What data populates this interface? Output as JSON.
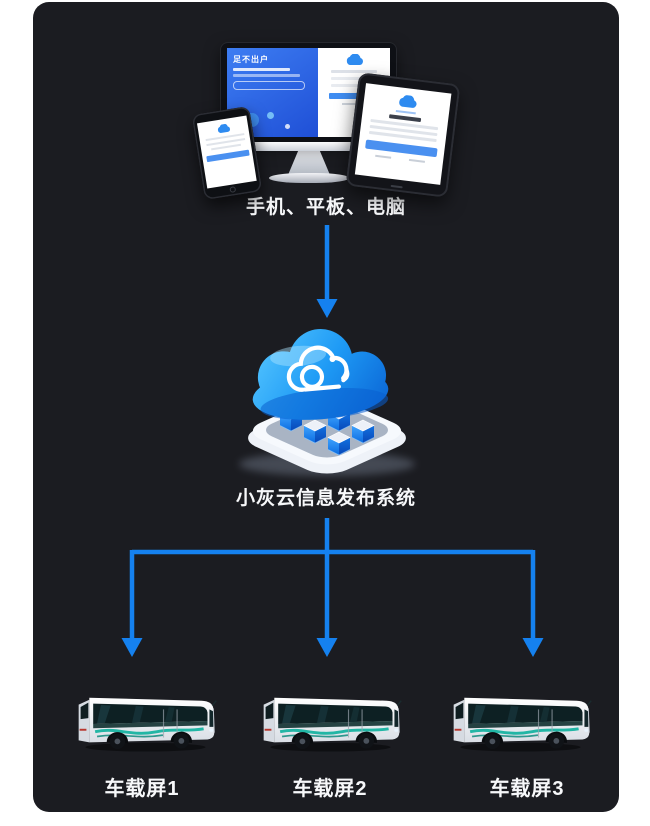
{
  "canvas": {
    "page_background": "#ffffff",
    "panel_background": "#1b1c21"
  },
  "arrow_color": "#1581ef",
  "devices": {
    "label": "手机、平板、电脑",
    "monitor_banner_title": "足不出户"
  },
  "cloud": {
    "label": "小灰云信息发布系统"
  },
  "buses": [
    {
      "label": "车载屏1"
    },
    {
      "label": "车载屏2"
    },
    {
      "label": "车载屏3"
    }
  ]
}
